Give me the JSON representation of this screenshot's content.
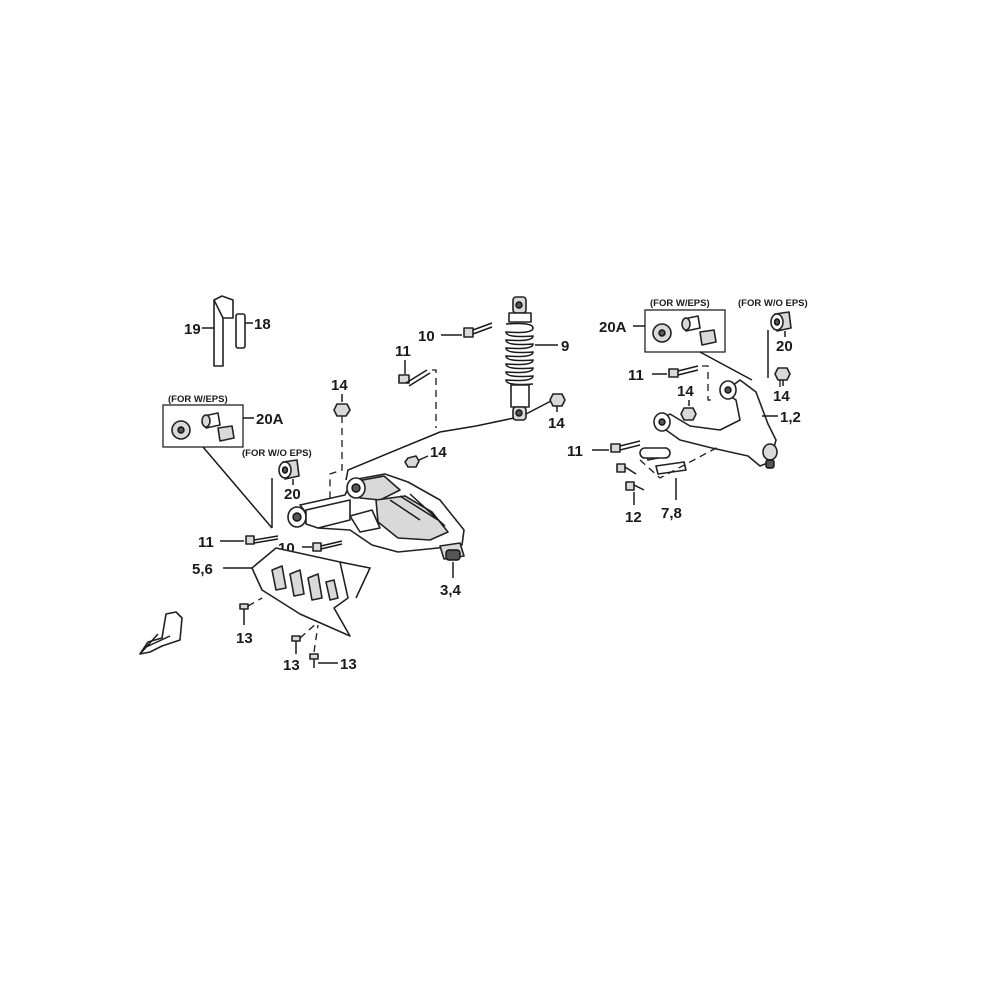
{
  "labels": {
    "p19": "19",
    "p18": "18",
    "p10_top": "10",
    "p9": "9",
    "p11_top": "11",
    "p14_a": "14",
    "p14_b": "14",
    "p14_c": "14",
    "p20a_left": "20A",
    "p20_left": "20",
    "p11_left": "11",
    "p10_mid": "10",
    "p5_6": "5,6",
    "p3_4": "3,4",
    "p13_a": "13",
    "p13_b": "13",
    "p13_c": "13",
    "p20a_right": "20A",
    "p20_right": "20",
    "p11_right_top": "11",
    "p14_right_a": "14",
    "p14_right_b": "14",
    "p1_2": "1,2",
    "p11_right_mid": "11",
    "p12": "12",
    "p7_8": "7,8"
  },
  "notes": {
    "for_weps_left": "(FOR W/EPS)",
    "for_woeps_left": "(FOR W/O EPS)",
    "for_weps_right": "(FOR W/EPS)",
    "for_woeps_right": "(FOR W/O EPS)"
  },
  "icons": [
    "front-direction-arrow-icon"
  ]
}
